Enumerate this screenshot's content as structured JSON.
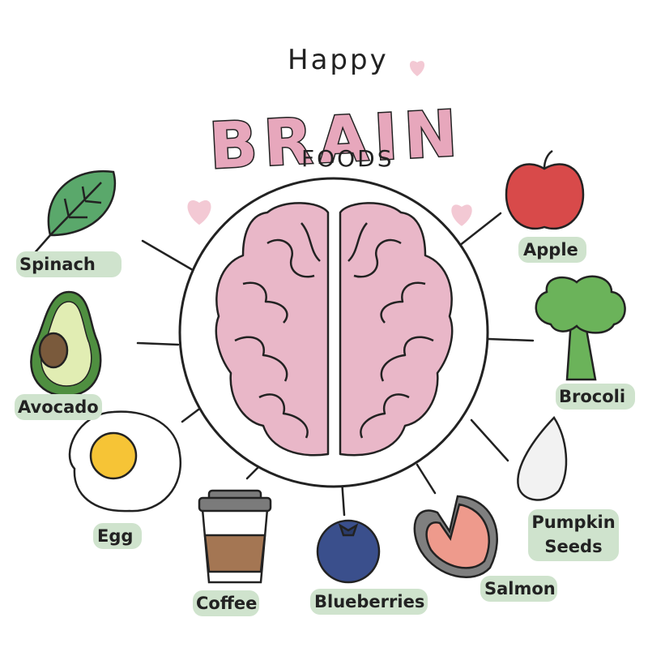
{
  "title": {
    "top": "Happy",
    "main": "BRAIN",
    "bottom": "FOODS"
  },
  "foods": {
    "spinach": "Spinach",
    "avocado": "Avocado",
    "egg": "Egg",
    "coffee": "Coffee",
    "blueberries": "Blueberries",
    "salmon": "Salmon",
    "pumpkin_line1": "Pumpkin",
    "pumpkin_line2": "Seeds",
    "brocoli": "Brocoli",
    "apple": "Apple"
  },
  "colors": {
    "brain_pink": "#e9b7c8",
    "brain_dark": "#d58aa4",
    "label_bg": "#cfe3cd",
    "outline": "#222222",
    "heart": "#f3c9d4"
  },
  "icons": [
    "heart-icon",
    "brain-icon",
    "spinach-icon",
    "avocado-icon",
    "egg-icon",
    "coffee-icon",
    "blueberry-icon",
    "salmon-icon",
    "pumpkin-seed-icon",
    "broccoli-icon",
    "apple-icon"
  ]
}
